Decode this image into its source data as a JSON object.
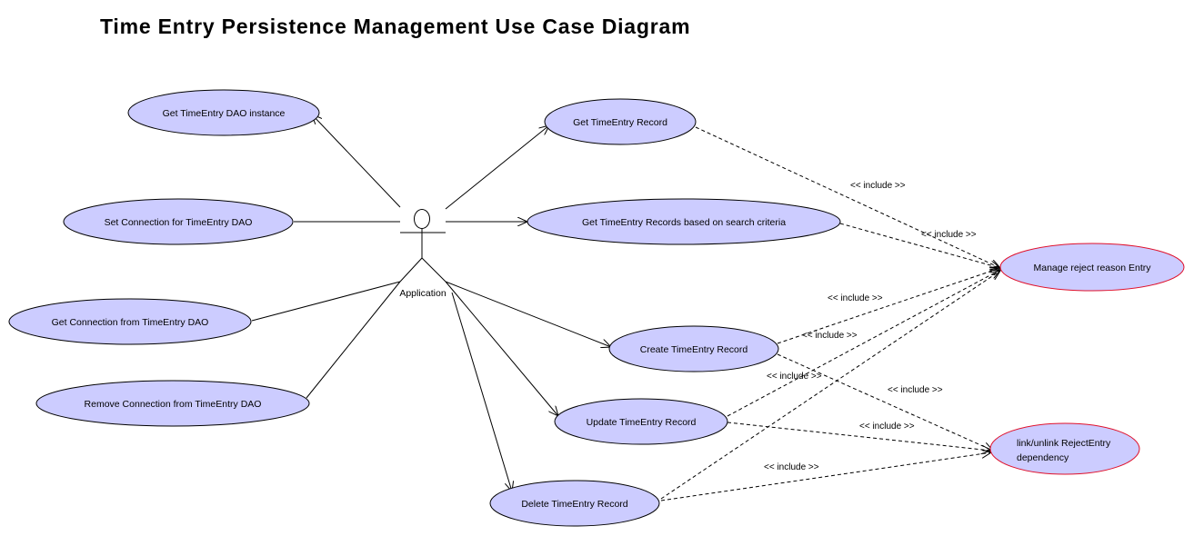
{
  "title": "Time Entry Persistence Management Use Case Diagram",
  "actor": {
    "name": "Application"
  },
  "use_cases": {
    "get_dao": "Get TimeEntry DAO instance",
    "set_conn": "Set Connection for TimeEntry DAO",
    "get_conn": "Get Connection from TimeEntry DAO",
    "remove_conn": "Remove Connection from TimeEntry DAO",
    "get_record": "Get TimeEntry Record",
    "get_records": "Get TimeEntry Records based on search criteria",
    "create": "Create TimeEntry Record",
    "update": "Update TimeEntry Record",
    "delete": "Delete TimeEntry Record",
    "manage_reject": "Manage reject reason Entry",
    "link_line1": "link/unlink RejectEntry",
    "link_line2": "dependency"
  },
  "include_label": "<< include >>",
  "colors": {
    "use_case_fill": "#ccccff",
    "included_border": "#e0102a"
  }
}
